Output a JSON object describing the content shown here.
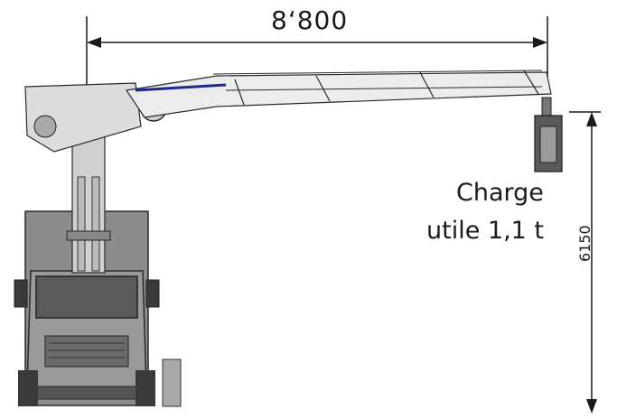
{
  "dimensions": {
    "horizontal_reach": "8‘800",
    "vertical_height": "6150"
  },
  "load_label": {
    "line1": "Charge",
    "line2": "utile 1,1 t"
  },
  "colors": {
    "line": "#1a1a1a",
    "truck_body": "#8c8c8c",
    "truck_dark": "#4a4a4a",
    "boom": "#e6e6e6",
    "hydraulic": "#1e2a8c"
  }
}
